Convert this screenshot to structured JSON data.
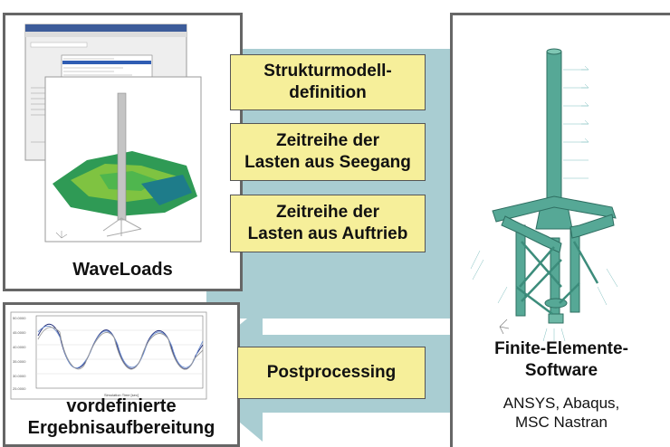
{
  "flow_steps": [
    "Strukturmodell-\ndefinition",
    "Zeitreihe der\nLasten aus Seegang",
    "Zeitreihe der\nLasten aus Auftrieb"
  ],
  "return_step": "Postprocessing",
  "left_tool": {
    "name": "WaveLoads"
  },
  "right_tool": {
    "name": "Finite-Elemente-\nSoftware",
    "products": "ANSYS, Abaqus,\nMSC Nastran"
  },
  "result": {
    "name": "vordefinierte\nErgebnisaufbereitung",
    "plot_xlabel": "Simulation Time [sec]"
  },
  "colors": {
    "arrow": "#a9cdd2",
    "box": "#f6ef9a",
    "structure": "#56a896",
    "frame": "#666666"
  }
}
